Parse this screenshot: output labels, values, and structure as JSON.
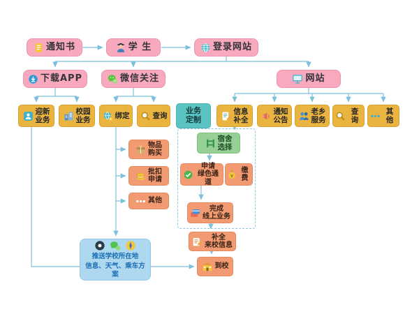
{
  "nodes": {
    "notice": {
      "label": "通知书"
    },
    "student": {
      "label": "学 生"
    },
    "login": {
      "label": "登录网站"
    },
    "app": {
      "label": "下载APP"
    },
    "wechat": {
      "label": "微信关注"
    },
    "website": {
      "label": "网站"
    },
    "welcome": {
      "label": "迎新\n业务"
    },
    "campus": {
      "label": "校园\n业务"
    },
    "bind": {
      "label": "绑定"
    },
    "wechat_query": {
      "label": "查询"
    },
    "custom": {
      "label": "业务\n定制"
    },
    "info_fill": {
      "label": "信息\n补全"
    },
    "announce": {
      "label": "通知\n公告"
    },
    "hometown": {
      "label": "老乡\n服务"
    },
    "site_query": {
      "label": "查询"
    },
    "site_other": {
      "label": "其他"
    },
    "purchase": {
      "label": "物品\n购买"
    },
    "deduct": {
      "label": "批扣\n申请"
    },
    "custom_other": {
      "label": "其他"
    },
    "dorm": {
      "label": "宿舍\n选择"
    },
    "green_channel": {
      "label": "申请\n绿色通道"
    },
    "pay": {
      "label": "缴费"
    },
    "finish_online": {
      "label": "完成\n线上业务"
    },
    "fill_arrival": {
      "label": "补全\n来校信息"
    },
    "arrive": {
      "label": "到校"
    },
    "push": {
      "line1": "推送学校所在地",
      "line2": "信息、天气、乘车方案"
    }
  },
  "icons": {
    "notice": "document-icon",
    "student": "student-icon",
    "login": "globe-icon",
    "app": "app-download-icon",
    "wechat": "wechat-icon",
    "website": "monitor-icon",
    "welcome": "person-badge-icon",
    "campus": "buildings-icon",
    "bind": "globe-link-icon",
    "query": "magnifier-icon",
    "info_fill": "form-pencil-icon",
    "announce": "megaphone-icon",
    "hometown": "people-icon",
    "other": "ellipsis-dots-icon",
    "purchase": "package-box-icon",
    "deduct": "coins-icon",
    "dorm": "bunk-bed-icon",
    "green_channel": "green-check-icon",
    "pay": "money-bag-icon",
    "finish_online": "cards-icon",
    "fill_arrival": "form-pencil-icon",
    "arrive": "school-building-icon",
    "push1": "app-circle-icon",
    "push2": "chat-bubbles-icon",
    "push3": "compass-icon"
  },
  "colors": {
    "pink": "#f8a9bd",
    "gold": "#e9b440",
    "orange": "#f29b72",
    "teal": "#5cc3c3",
    "green": "#97d097",
    "blue_card": "#aed7f0",
    "arrow": "#7cc0dc"
  }
}
